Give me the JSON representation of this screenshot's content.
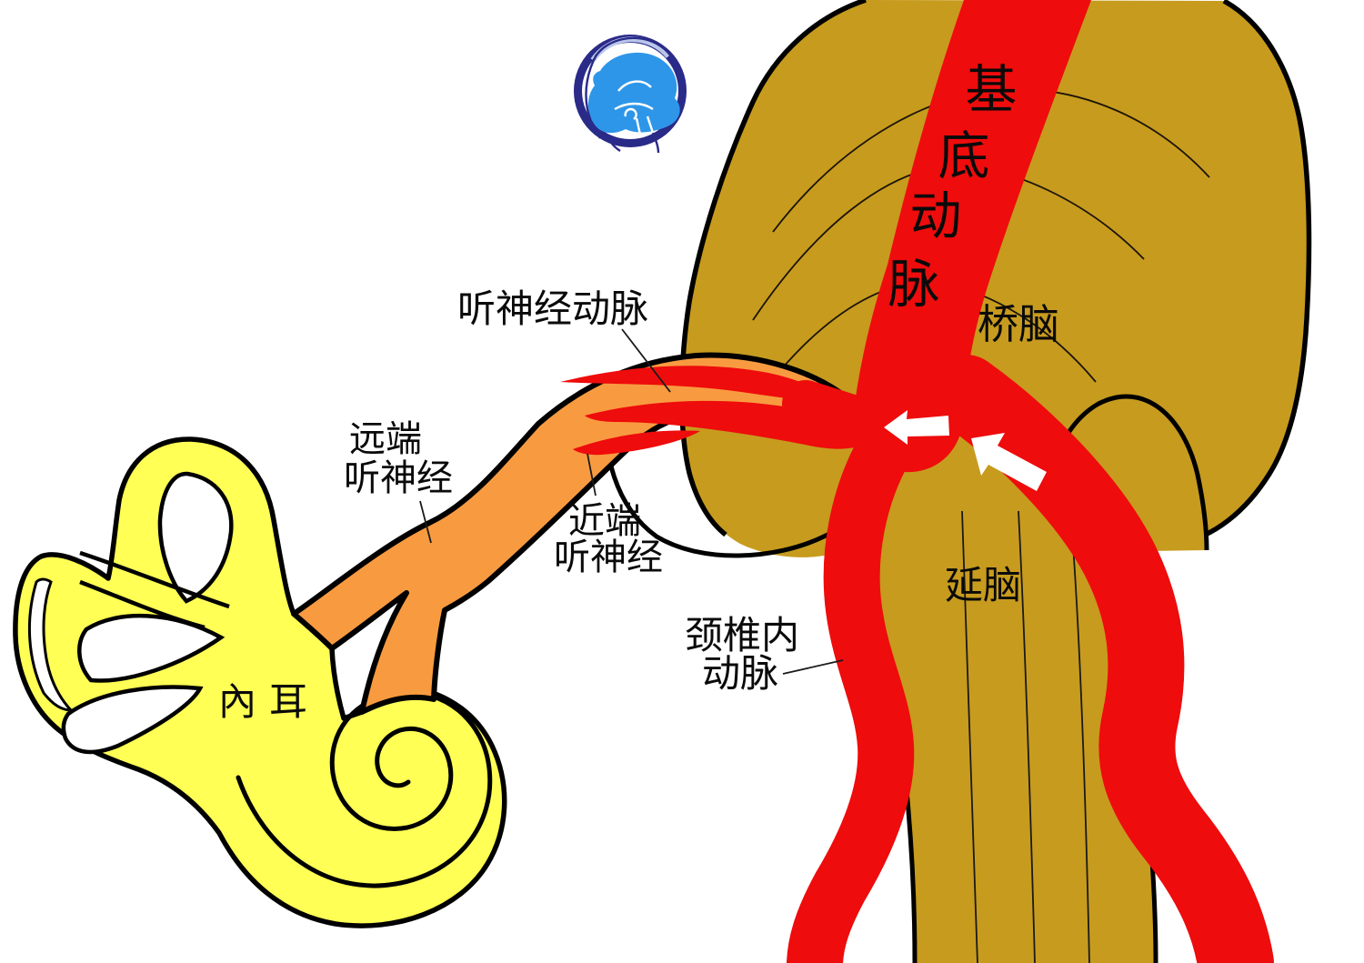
{
  "labels": {
    "basilar": {
      "full": "基底动脉",
      "chars": [
        "基",
        "底",
        "动",
        "脉"
      ]
    },
    "pons": "桥脑",
    "medulla": "延脑",
    "inner_ear": "內耳",
    "auditory_artery": "听神经动脉",
    "distal_nerve": {
      "line1": "远端",
      "line2": "听神经"
    },
    "proximal_nerve": {
      "line1": "近端",
      "line2": "听神经"
    },
    "vertebral_artery": {
      "line1": "颈椎内",
      "line2": "动脉"
    }
  },
  "colors": {
    "brainstem": "#c79b1e",
    "artery": "#ee0c0c",
    "nerve": "#f89b40",
    "ear": "#ffff55",
    "outline": "#000000",
    "arrow": "#ffffff",
    "logo-navy": "#2a2a88",
    "logo-blue": "#2e96e8",
    "label": "#0a0a0a"
  },
  "icons": {
    "logo": "brain-head-profile-logo"
  }
}
